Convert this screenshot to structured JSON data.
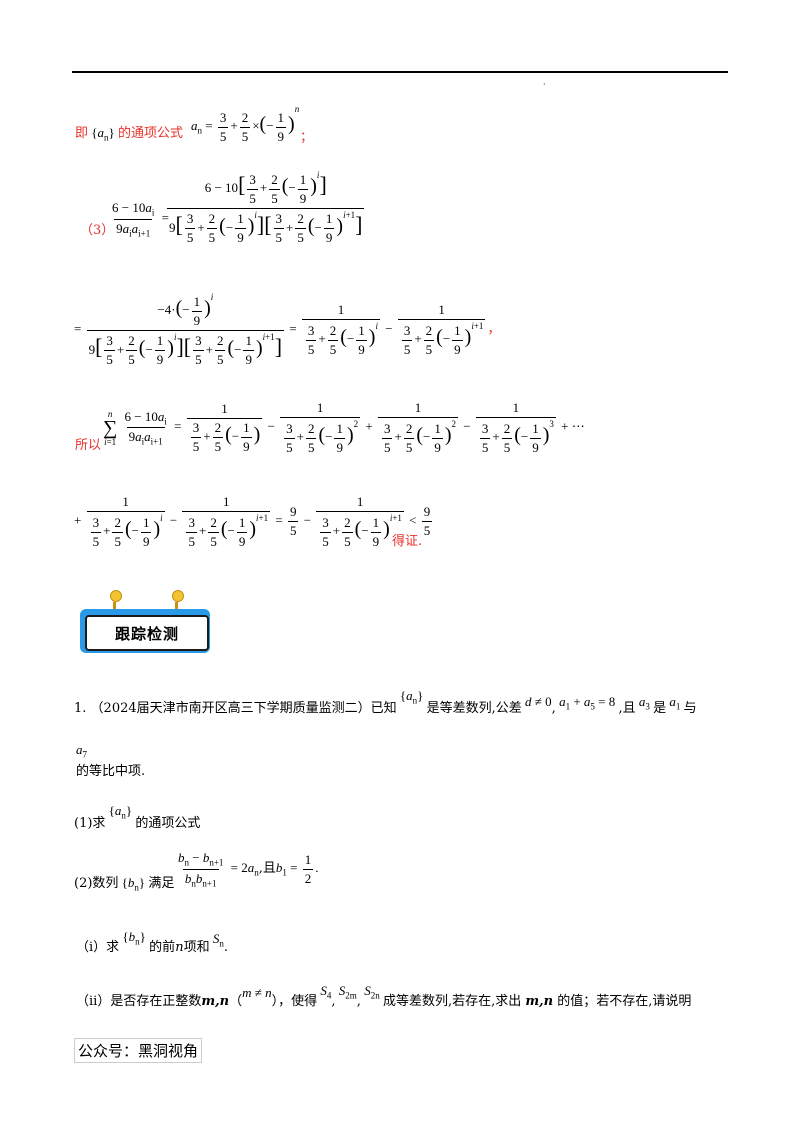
{
  "solution": {
    "line1_prefix": "即",
    "line1_suffix": "的通项公式",
    "line1_end": "；",
    "part3_label": "（3）",
    "so_label": "所以",
    "proved_label": "得证."
  },
  "badge": {
    "label": "跟踪检测"
  },
  "problem": {
    "number": "1.",
    "source": "（2024届天津市南开区高三下学期质量监测二）已知",
    "text1": "是等差数列,公差",
    "text2": ",且",
    "text3": "是",
    "text4": "与",
    "text5": "的等比中项.",
    "q1_label": "(1)求",
    "q1_text": "的通项公式",
    "q2_label": "(2)数列",
    "q2_text": "满足",
    "q2_and": ",且",
    "qi_label": "（i）求",
    "qi_text": "的前",
    "qi_n": "n",
    "qi_text2": "项和",
    "qii_label": "（ii）是否存在正整数",
    "qii_mn": "m,n",
    "qii_text1": "，使得",
    "qii_text2": "成等差数列,若存在,求出",
    "qii_text3": "的值；若不存在,请说明"
  },
  "footer": {
    "text": "公众号：黑洞视角"
  },
  "colors": {
    "accent_red": "#e8312a",
    "badge_blue": "#2a9ae8"
  }
}
